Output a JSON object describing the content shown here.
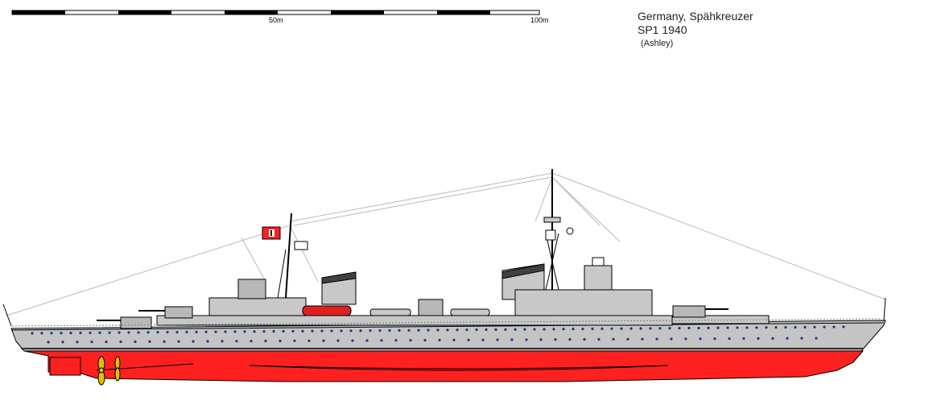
{
  "scale_bar": {
    "label_50": "50m",
    "label_100": "100m"
  },
  "title": {
    "line1": "Germany, Spähkreuzer",
    "line2": "SP1 1940",
    "credit": "(Ashley)"
  },
  "colors": {
    "hull_grey": "#c0c0c0",
    "superstructure_grey": "#c8c8c8",
    "dark_grey": "#404040",
    "antifouling_red": "#ff2020",
    "porthole_blue": "#1a3a8a",
    "propeller_yellow": "#e0c000",
    "rigging_grey": "#b0b0b0"
  },
  "icons": {
    "ensign": "ensign-flag-icon",
    "propeller": "propeller-icon"
  }
}
